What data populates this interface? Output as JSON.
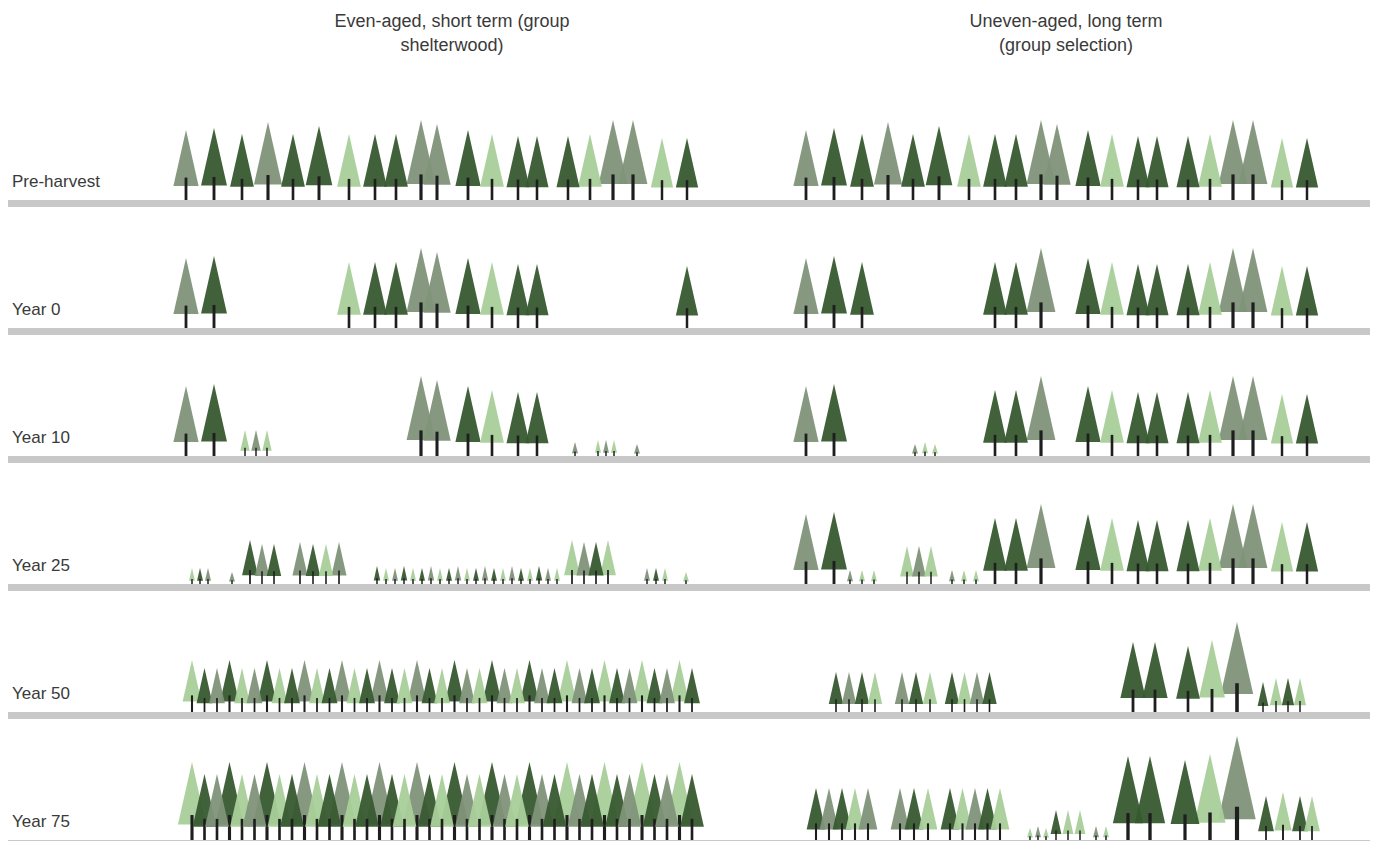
{
  "diagram": {
    "labels": [
      "Even-aged, short term (group shelterwood)",
      "Uneven-aged, long term (group selection)",
      "Pre-harvest",
      "Year 0",
      "Year 10",
      "Year 25",
      "Year 50",
      "Year 75"
    ]
  }
}
